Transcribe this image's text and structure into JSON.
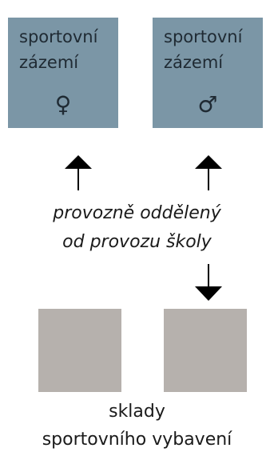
{
  "rooms": [
    {
      "label": "sportovní\nzázemí",
      "symbol": "♀",
      "symbol_name": "female-sign-icon",
      "color": "#7b96a6"
    },
    {
      "label": "sportovní\nzázemí",
      "symbol": "♂",
      "symbol_name": "male-sign-icon",
      "color": "#7b96a6"
    }
  ],
  "middle_text": {
    "line1": "provozně oddělený",
    "line2": "od provozu školy"
  },
  "storage": {
    "color": "#b6b1ad",
    "line1": "sklady",
    "line2": "sportovního vybavení"
  },
  "icons": {
    "up_arrow": "arrow-up-icon",
    "down_arrow": "arrow-down-icon"
  }
}
